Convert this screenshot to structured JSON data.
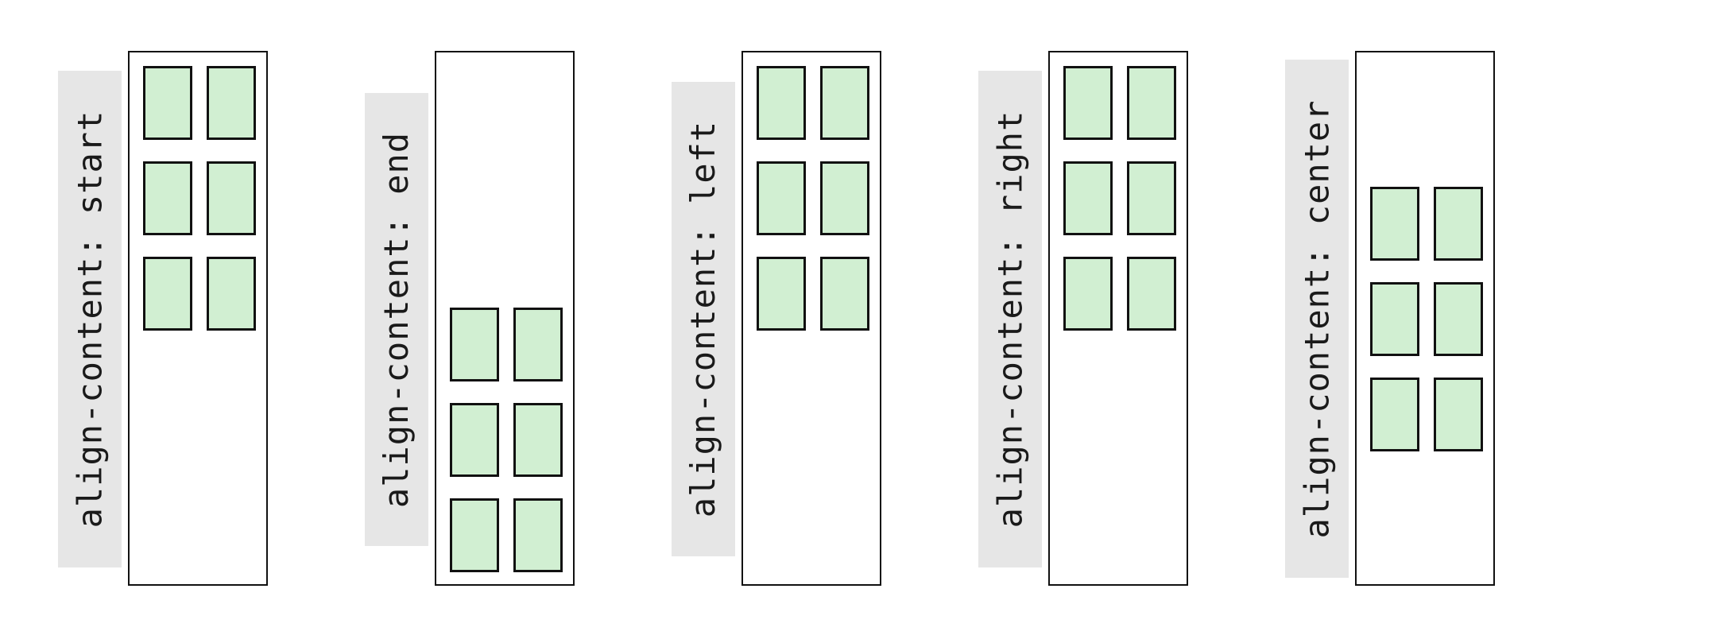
{
  "colors": {
    "label_background": "#e6e6e6",
    "container_border": "#111111",
    "item_fill": "#d1efd2",
    "item_border": "#111111"
  },
  "demos": [
    {
      "label": "align-content: start",
      "align": "start",
      "rows": 3,
      "cols": 2
    },
    {
      "label": "align-content: end",
      "align": "end",
      "rows": 3,
      "cols": 2
    },
    {
      "label": "align-content: left",
      "align": "start",
      "rows": 3,
      "cols": 2
    },
    {
      "label": "align-content: right",
      "align": "start",
      "rows": 3,
      "cols": 2
    },
    {
      "label": "align-content: center",
      "align": "center",
      "rows": 3,
      "cols": 2
    }
  ]
}
